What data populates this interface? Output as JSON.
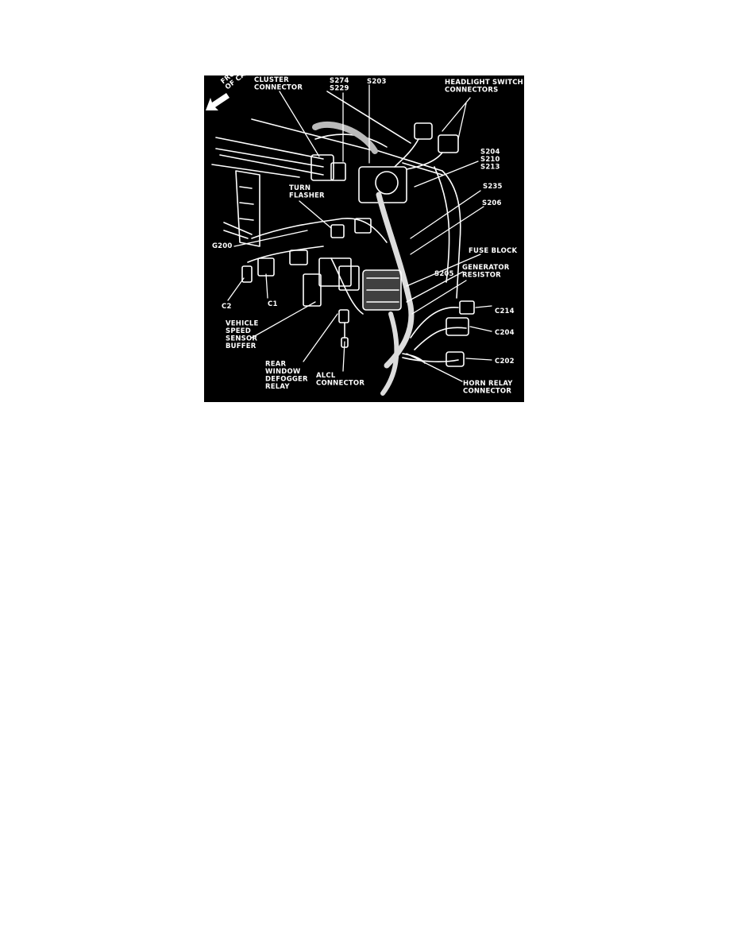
{
  "diagram": {
    "front_of_car": "FRONT\nOF CAR",
    "labels": {
      "cluster_connector": "CLUSTER\nCONNECTOR",
      "s274_s229": "S274\nS229",
      "s203": "S203",
      "headlight_switch_connectors": "HEADLIGHT SWITCH\nCONNECTORS",
      "s204_s210_s213": "S204\nS210\nS213",
      "turn_flasher": "TURN\nFLASHER",
      "s235": "S235",
      "s206": "S206",
      "g200": "G200",
      "fuse_block": "FUSE BLOCK",
      "generator_resistor": "GENERATOR\nRESISTOR",
      "c2": "C2",
      "c1": "C1",
      "s205": "S205",
      "c214": "C214",
      "c204": "C204",
      "vehicle_speed_sensor_buffer": "VEHICLE\nSPEED\nSENSOR\nBUFFER",
      "c202": "C202",
      "rear_window_defogger_relay": "REAR\nWINDOW\nDEFOGGER\nRELAY",
      "alcl_connector": "ALCL\nCONNECTOR",
      "horn_relay_connector": "HORN RELAY\nCONNECTOR"
    },
    "colors": {
      "background": "#000000",
      "ink": "#ffffff"
    }
  }
}
